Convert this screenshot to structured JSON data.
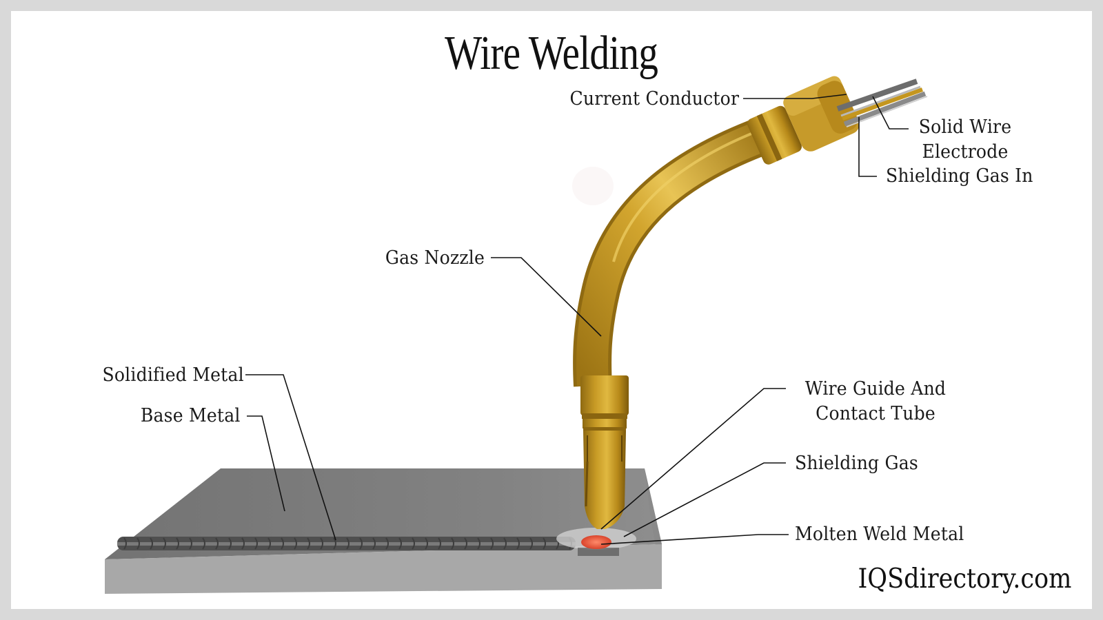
{
  "diagram": {
    "title": "Wire Welding",
    "labels": {
      "current_conductor": "Current Conductor",
      "solid_wire_electrode_line1": "Solid Wire",
      "solid_wire_electrode_line2": "Electrode",
      "shielding_gas_in": "Shielding Gas In",
      "gas_nozzle": "Gas Nozzle",
      "solidified_metal": "Solidified Metal",
      "base_metal": "Base Metal",
      "wire_guide_line1": "Wire Guide And",
      "wire_guide_line2": "Contact Tube",
      "shielding_gas": "Shielding Gas",
      "molten_weld_metal": "Molten Weld Metal"
    },
    "watermark": "IQSdirectory.com",
    "colors": {
      "frame": "#d9d9d9",
      "background": "#ffffff",
      "brass": "#c4961f",
      "brass_dark": "#8a6510",
      "plate_top": "#7f7f7f",
      "plate_side": "#a6a6a6",
      "weld_bead": "#5a5a5a",
      "molten": "#e8543a",
      "leader_line": "#111111"
    }
  }
}
